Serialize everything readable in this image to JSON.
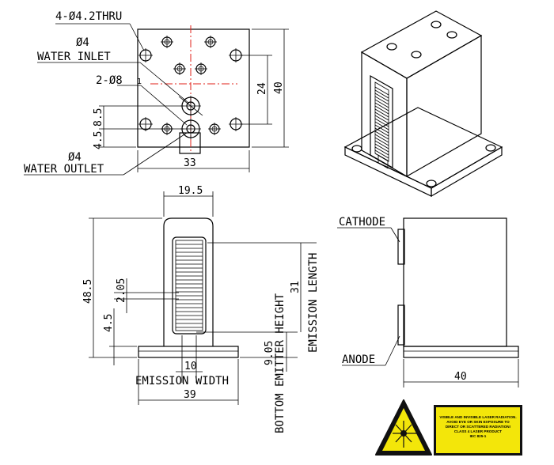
{
  "top_view": {
    "holes_note": "4-Ø4.2THRU",
    "inlet_dia": "Ø4",
    "inlet_label": "WATER INLET",
    "counterbore_note": "2-Ø8",
    "depth_value": "1",
    "outlet_dia": "Ø4",
    "outlet_label": "WATER OUTLET",
    "dim_width": "33",
    "dim_height": "40",
    "dim_inner": "24",
    "dim_85": "8.5",
    "dim_45": "4.5"
  },
  "front_view": {
    "dim_top_width": "19.5",
    "dim_height": "48.5",
    "dim_pitch": "2.05",
    "dim_base": "4.5",
    "dim_emission_width": "10",
    "emission_width_label": "EMISSION WIDTH",
    "dim_base_width": "39",
    "dim_bottom_emitter": "9.05",
    "bottom_emitter_label": "BOTTOM EMITTER HEIGHT",
    "dim_emission_length": "31",
    "emission_length_label": "EMISSION LENGTH"
  },
  "side_view": {
    "cathode_label": "CATHODE",
    "anode_label": "ANODE",
    "dim_width": "40"
  },
  "warning": {
    "lines": [
      "VISIBLE AND INVISIBLE LASER RADIATION.",
      "AVOID EYE OR SKIN EXPOSURE TO",
      "DIRECT OR SCATTERED RADIATION!",
      "CLASS 4 LASER PRODUCT",
      "IEC 825-1"
    ]
  },
  "colors": {
    "centerline": "#e0201a",
    "warning_yellow": "#f3e60a"
  }
}
